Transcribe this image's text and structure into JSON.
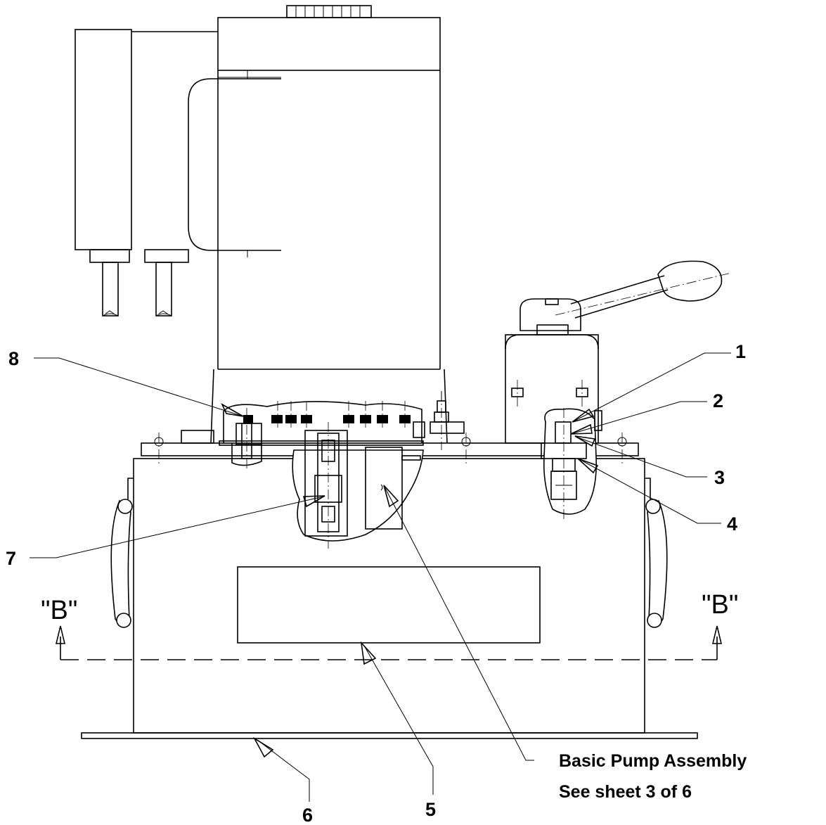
{
  "callouts": {
    "c1": "1",
    "c2": "2",
    "c3": "3",
    "c4": "4",
    "c5": "5",
    "c6": "6",
    "c7": "7",
    "c8": "8"
  },
  "section_marks": {
    "left": "\"B\"",
    "right": "\"B\""
  },
  "note": {
    "line1": "Basic Pump Assembly",
    "line2": "See sheet 3 of 6"
  }
}
